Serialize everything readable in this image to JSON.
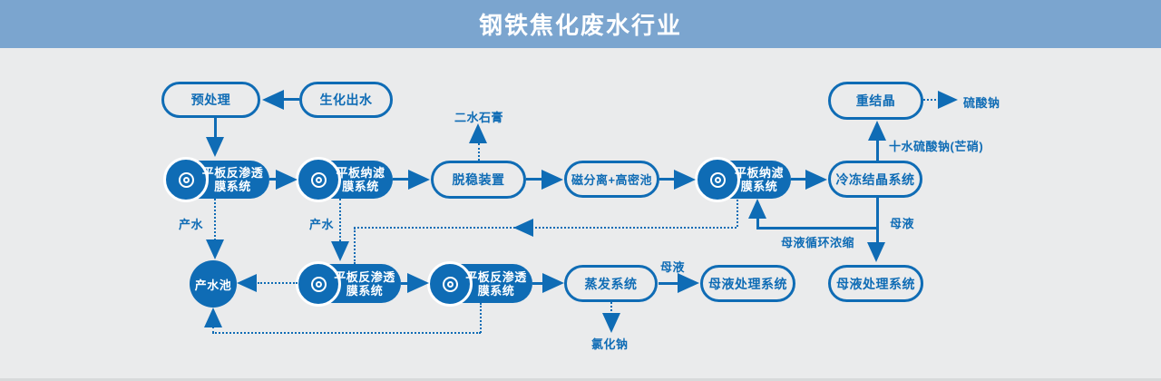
{
  "header": {
    "title": "钢铁焦化废水行业"
  },
  "colors": {
    "accent": "#0f6cb5",
    "header_bg": "#7ba5cf",
    "canvas_bg": "#eaebec"
  },
  "nodes": {
    "pretreatment": {
      "label": "预处理"
    },
    "bio_effluent": {
      "label": "生化出水"
    },
    "recrystallization": {
      "label": "重结晶"
    },
    "ro_row2": {
      "line1": "平板反渗透",
      "line2": "膜系统"
    },
    "nf_row2a": {
      "line1": "平板纳滤",
      "line2": "膜系统"
    },
    "destabilization": {
      "label": "脱稳装置"
    },
    "magnetic_separation": {
      "label": "磁分离+高密池"
    },
    "nf_row2b": {
      "line1": "平板纳滤",
      "line2": "膜系统"
    },
    "freeze_crystallization": {
      "label": "冷冻结晶系统"
    },
    "product_water_pool": {
      "label": "产水池"
    },
    "ro_row3a": {
      "line1": "平板反渗透",
      "line2": "膜系统"
    },
    "ro_row3b": {
      "line1": "平板反渗透",
      "line2": "膜系统"
    },
    "evaporation": {
      "label": "蒸发系统"
    },
    "ml_treatment_a": {
      "label": "母液处理系统"
    },
    "ml_treatment_b": {
      "label": "母液处理系统"
    }
  },
  "flow_labels": {
    "gypsum": "二水石膏",
    "glauber_salt": "十水硫酸钠(芒硝)",
    "sodium_sulfate": "硫酸钠",
    "mother_liquor_down": "母液",
    "mother_liquor_recycle": "母液循环浓缩",
    "mother_liquor_evap": "母液",
    "sodium_chloride": "氯化钠",
    "product_water_a": "产水",
    "product_water_b": "产水"
  }
}
